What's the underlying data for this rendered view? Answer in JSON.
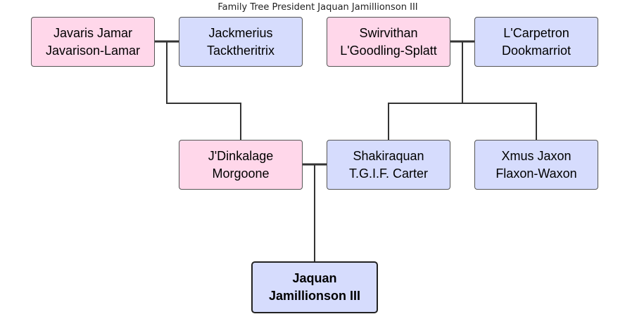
{
  "title": "Family Tree President Jaquan Jamillionson III",
  "people": {
    "p1": {
      "line1": "Javaris Jamar",
      "line2": "Javarison-Lamar"
    },
    "p2": {
      "line1": "Jackmerius",
      "line2": "Tacktheritrix"
    },
    "p3": {
      "line1": "Swirvithan",
      "line2": "L'Goodling-Splatt"
    },
    "p4": {
      "line1": "L'Carpetron",
      "line2": "Dookmarriot"
    },
    "p5": {
      "line1": "J'Dinkalage",
      "line2": "Morgoone"
    },
    "p6": {
      "line1": "Shakiraquan",
      "line2": "T.G.I.F. Carter"
    },
    "p7": {
      "line1": "Xmus Jaxon",
      "line2": "Flaxon-Waxon"
    },
    "p8": {
      "line1": "Jaquan",
      "line2": "Jamillionson III"
    }
  },
  "colors": {
    "female_fill": "#ffd7ea",
    "male_fill": "#d6dcfd",
    "line": "#333333"
  }
}
